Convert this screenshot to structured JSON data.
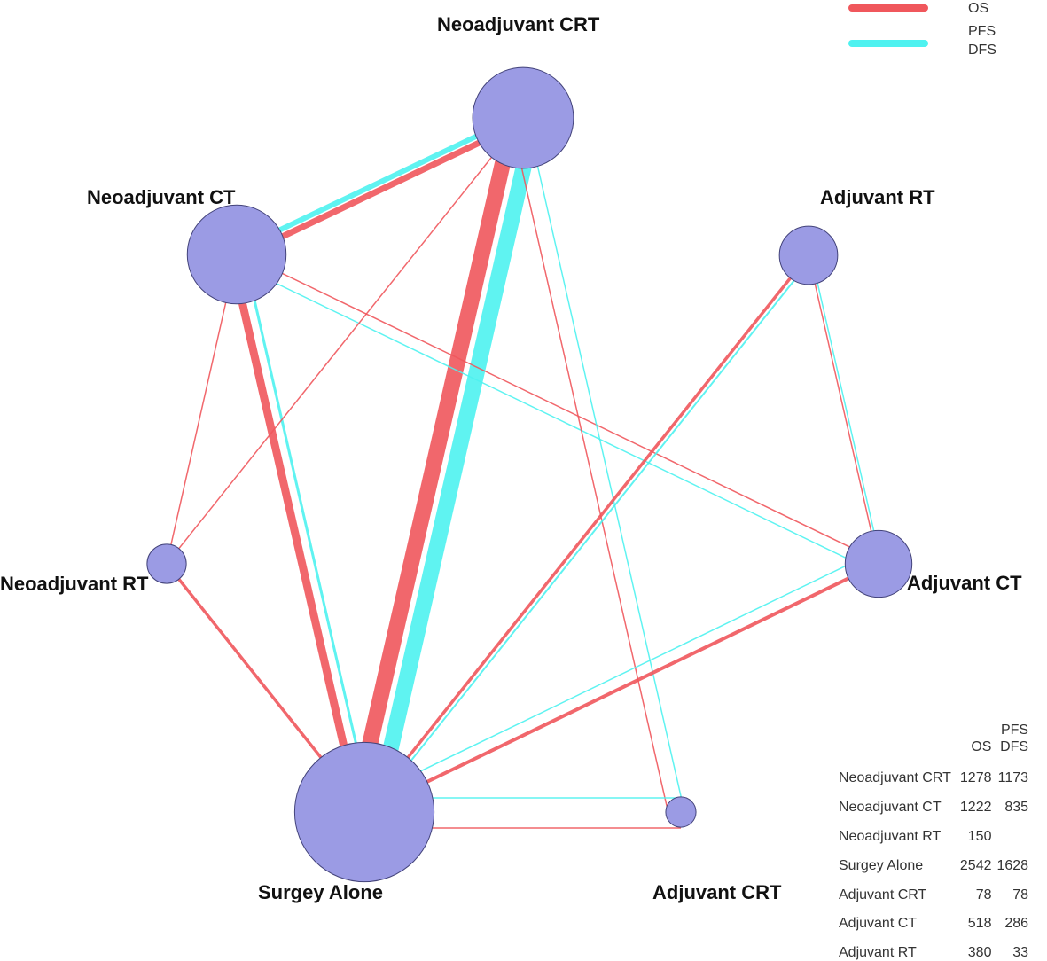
{
  "colors": {
    "os": "#f0575c",
    "pfs_dfs": "#4ef2f0",
    "node_fill": "#9b9be4",
    "node_stroke": "#43437a"
  },
  "legend": {
    "os_label": "OS",
    "pfs_label": "PFS",
    "dfs_label": "DFS"
  },
  "nodes": [
    {
      "id": "ncrt",
      "label": "Neoadjuvant CRT",
      "os": 1278,
      "pfs_dfs": 1173
    },
    {
      "id": "nct",
      "label": "Neoadjuvant CT",
      "os": 1222,
      "pfs_dfs": 835
    },
    {
      "id": "nrt",
      "label": "Neoadjuvant RT",
      "os": 150,
      "pfs_dfs": null
    },
    {
      "id": "sa",
      "label": "Surgey Alone",
      "os": 2542,
      "pfs_dfs": 1628
    },
    {
      "id": "acrt",
      "label": "Adjuvant CRT",
      "os": 78,
      "pfs_dfs": 78
    },
    {
      "id": "act",
      "label": "Adjuvant CT",
      "os": 518,
      "pfs_dfs": 286
    },
    {
      "id": "art",
      "label": "Adjuvant RT",
      "os": 380,
      "pfs_dfs": 33
    }
  ],
  "edges": [
    {
      "from": "ncrt",
      "to": "sa",
      "type": "pfs_dfs",
      "weight": 18
    },
    {
      "from": "ncrt",
      "to": "sa",
      "type": "os",
      "weight": 18
    },
    {
      "from": "ncrt",
      "to": "nct",
      "type": "os",
      "weight": 7
    },
    {
      "from": "ncrt",
      "to": "nct",
      "type": "pfs_dfs",
      "weight": 6
    },
    {
      "from": "nct",
      "to": "sa",
      "type": "os",
      "weight": 9
    },
    {
      "from": "nct",
      "to": "sa",
      "type": "pfs_dfs",
      "weight": 3
    },
    {
      "from": "nct",
      "to": "nrt",
      "type": "os",
      "weight": 1.5
    },
    {
      "from": "nct",
      "to": "act",
      "type": "os",
      "weight": 1.5
    },
    {
      "from": "nct",
      "to": "act",
      "type": "pfs_dfs",
      "weight": 1.5
    },
    {
      "from": "ncrt",
      "to": "nrt",
      "type": "os",
      "weight": 1.5
    },
    {
      "from": "ncrt",
      "to": "acrt",
      "type": "os",
      "weight": 1.5
    },
    {
      "from": "ncrt",
      "to": "acrt",
      "type": "pfs_dfs",
      "weight": 1.5
    },
    {
      "from": "nrt",
      "to": "sa",
      "type": "os",
      "weight": 3.5
    },
    {
      "from": "art",
      "to": "sa",
      "type": "os",
      "weight": 3.5
    },
    {
      "from": "art",
      "to": "sa",
      "type": "pfs_dfs",
      "weight": 2
    },
    {
      "from": "art",
      "to": "act",
      "type": "os",
      "weight": 1.5
    },
    {
      "from": "art",
      "to": "act",
      "type": "pfs_dfs",
      "weight": 1.5
    },
    {
      "from": "act",
      "to": "sa",
      "type": "os",
      "weight": 4
    },
    {
      "from": "act",
      "to": "sa",
      "type": "pfs_dfs",
      "weight": 1.5
    },
    {
      "from": "acrt",
      "to": "sa",
      "type": "os",
      "weight": 1.5
    },
    {
      "from": "acrt",
      "to": "sa",
      "type": "pfs_dfs",
      "weight": 1.5
    }
  ],
  "table": {
    "header_os": "OS",
    "header_pfs": "PFS",
    "header_dfs": "DFS"
  }
}
